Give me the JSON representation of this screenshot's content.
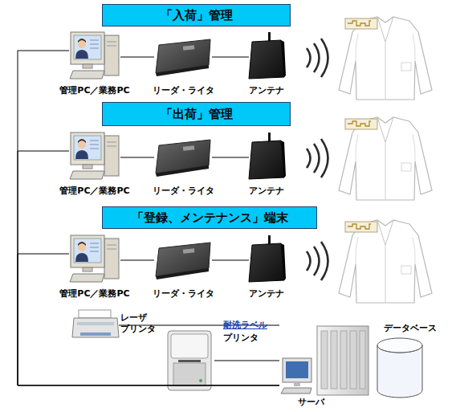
{
  "diagram": {
    "nodes": [
      {
        "text": [
          "「入荷」管理"
        ]
      },
      {
        "text": [
          "管理PC／業務PC"
        ]
      },
      {
        "text": [
          "リーダ・ライタ"
        ]
      },
      {
        "text": [
          "アンテナ"
        ]
      },
      {
        "text": [
          "「出荷」管理"
        ]
      },
      {
        "text": [
          "管理PC／業務PC"
        ]
      },
      {
        "text": [
          "リーダ・ライタ"
        ]
      },
      {
        "text": [
          "アンテナ"
        ]
      },
      {
        "text": [
          "「登録、メンテナンス」端末"
        ]
      },
      {
        "text": [
          "管理PC／業務PC"
        ]
      },
      {
        "text": [
          "リーダ・ライタ"
        ]
      },
      {
        "text": [
          "アンテナ"
        ]
      },
      {
        "text": [
          "レーザ プリンタ"
        ]
      },
      {
        "text": [
          "耐洗ラベル",
          "プリンタ"
        ]
      },
      {
        "text": [
          "サーバ"
        ]
      },
      {
        "text": [
          "データベース"
        ]
      }
    ],
    "edges": [
      {
        "from": 1,
        "to": 2,
        "arrow": "none"
      },
      {
        "from": 2,
        "to": 3,
        "arrow": "none"
      },
      {
        "from": 5,
        "to": 6,
        "arrow": "none"
      },
      {
        "from": 6,
        "to": 7,
        "arrow": "none"
      },
      {
        "from": 9,
        "to": 10,
        "arrow": "none"
      },
      {
        "from": 10,
        "to": 11,
        "arrow": "none"
      },
      {
        "from": 1,
        "to": 14,
        "arrow": "none"
      },
      {
        "from": 5,
        "to": 14,
        "arrow": "none"
      },
      {
        "from": 9,
        "to": 14,
        "arrow": "none"
      },
      {
        "from": 12,
        "to": 14,
        "arrow": "none"
      },
      {
        "from": 13,
        "to": 14,
        "arrow": "none"
      }
    ]
  }
}
